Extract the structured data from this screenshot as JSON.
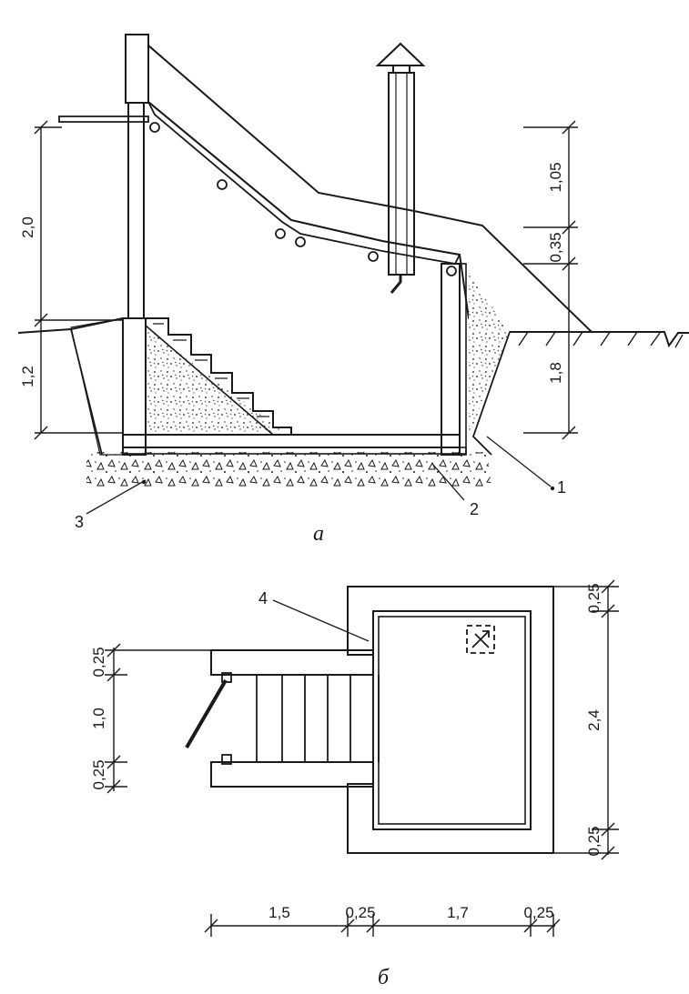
{
  "section_view": {
    "caption": "а",
    "dimensions": {
      "canopy_height": "2,0",
      "pit_depth_left": "1,2",
      "top_fill": "1,05",
      "layer_gap": "0,35",
      "pit_depth_right": "1,8"
    },
    "callouts": [
      "1",
      "2",
      "3"
    ]
  },
  "plan_view": {
    "caption": "б",
    "callout": "4",
    "dimensions_left": [
      "0,25",
      "1,0",
      "0,25"
    ],
    "dimensions_right": [
      "0,25",
      "2,4",
      "0,25"
    ],
    "dimensions_bottom": [
      "1,5",
      "0,25",
      "1,7",
      "0,25"
    ]
  }
}
